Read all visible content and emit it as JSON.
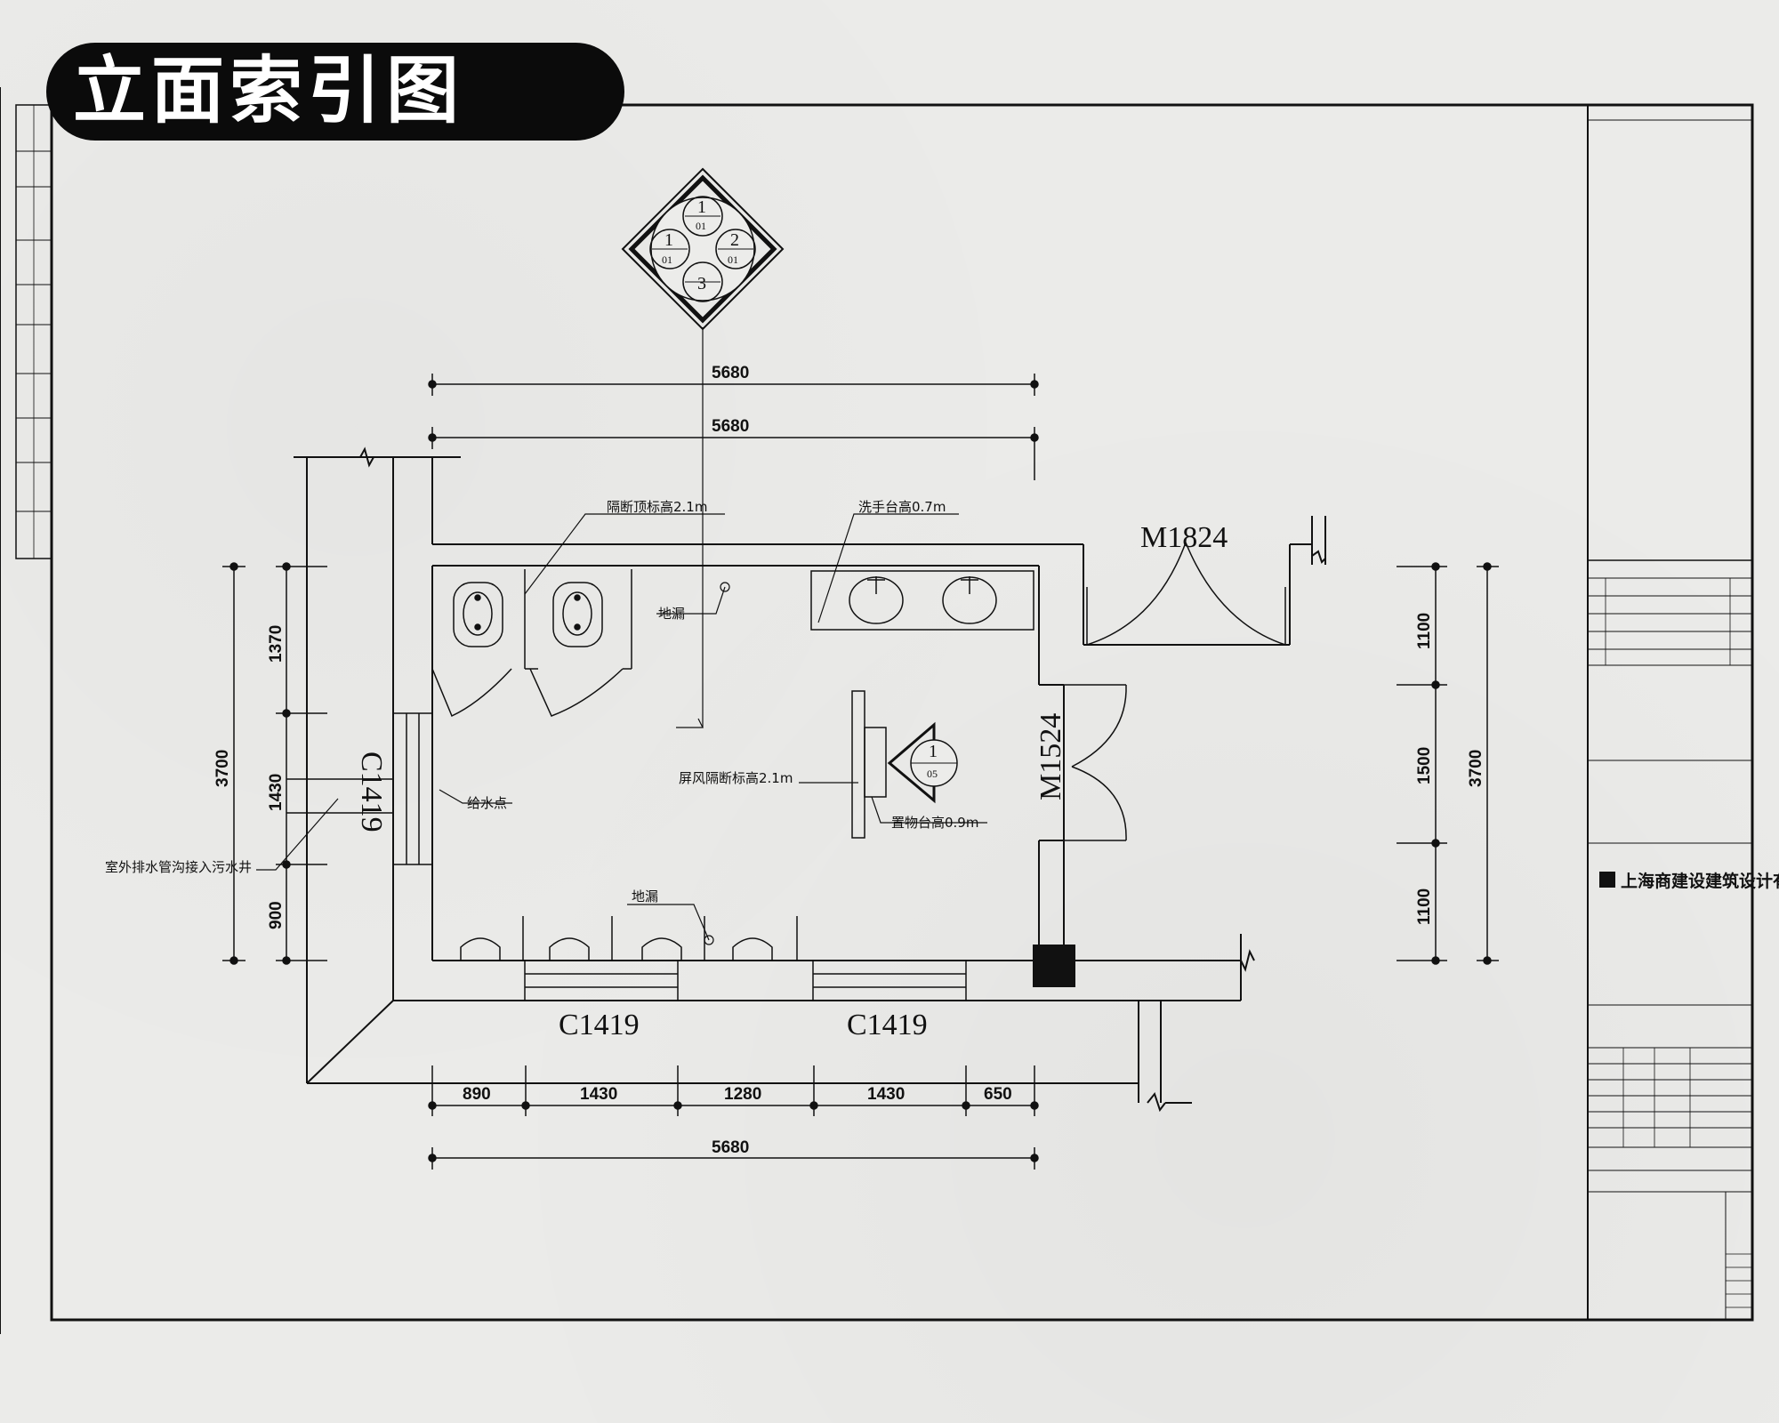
{
  "title": "立面索引图",
  "dimensions": {
    "top_overall_1": "5680",
    "top_overall_2": "5680",
    "bottom_segments": [
      "890",
      "1430",
      "1280",
      "1430",
      "650"
    ],
    "bottom_overall": "5680",
    "left_segments": [
      "1370",
      "1430",
      "900"
    ],
    "left_overall": "3700",
    "right_segments": [
      "1100",
      "1500",
      "1100"
    ],
    "right_overall": "3700"
  },
  "openings": {
    "door_main": "M1824",
    "door_side": "M1524",
    "window_left": "C1419",
    "window_bottom_1": "C1419",
    "window_bottom_2": "C1419"
  },
  "annotations": {
    "partition_top": "隔断顶标高2.1m",
    "basin_counter": "洗手台高0.7m",
    "floor_drain_1": "地漏",
    "floor_drain_2": "地漏",
    "screen_partition": "屏风隔断标高2.1m",
    "shelf": "置物台高0.9m",
    "water_supply": "给水点",
    "drain_pipe": "室外排水管沟接入污水井"
  },
  "index_symbol": {
    "top": "1",
    "left": "1",
    "right": "2",
    "bottom": "3",
    "sub": "01"
  },
  "small_index": {
    "num": "1",
    "sub": "05"
  },
  "title_block": {
    "company": "上海商建设建筑设计有限公司"
  }
}
